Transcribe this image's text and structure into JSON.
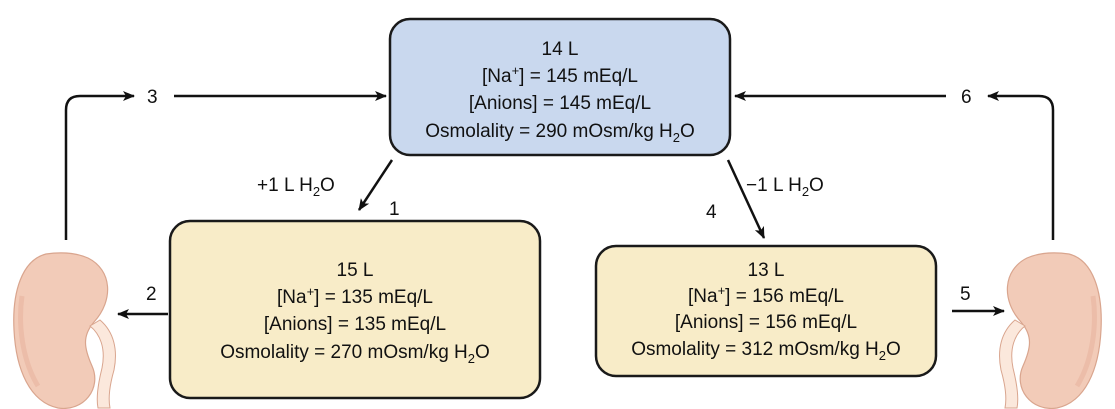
{
  "colors": {
    "top_box": "#c9d8ee",
    "side_box": "#f8ecc8",
    "box_stroke": "#1a1a1a",
    "arrow": "#111111",
    "kidney": "#f2cbb8",
    "kidney_shadow": "#e4ad96",
    "ureter": "#fbe8dc"
  },
  "icons": {
    "left": "kidney-icon",
    "right": "kidney-icon"
  },
  "top_box": {
    "volume": "14 L",
    "na_label": "[Na",
    "na_sup": "+",
    "na_value": "] = 145 mEq/L",
    "anions": "[Anions] = 145 mEq/L",
    "osm_pre": "Osmolality = 290 mOsm/kg H",
    "osm_sub": "2",
    "osm_post": "O"
  },
  "left_box": {
    "volume": "15 L",
    "na_label": "[Na",
    "na_sup": "+",
    "na_value": "] = 135 mEq/L",
    "anions": "[Anions] = 135 mEq/L",
    "osm_pre": "Osmolality = 270 mOsm/kg H",
    "osm_sub": "2",
    "osm_post": "O"
  },
  "right_box": {
    "volume": "13 L",
    "na_label": "[Na",
    "na_sup": "+",
    "na_value": "] = 156 mEq/L",
    "anions": "[Anions] = 156 mEq/L",
    "osm_pre": "Osmolality = 312 mOsm/kg H",
    "osm_sub": "2",
    "osm_post": "O"
  },
  "changes": {
    "gain_pre": "+1 L H",
    "gain_sub": "2",
    "gain_post": "O",
    "loss_pre": "−1 L H",
    "loss_sub": "2",
    "loss_post": "O"
  },
  "steps": {
    "s1": "1",
    "s2": "2",
    "s3": "3",
    "s4": "4",
    "s5": "5",
    "s6": "6"
  }
}
